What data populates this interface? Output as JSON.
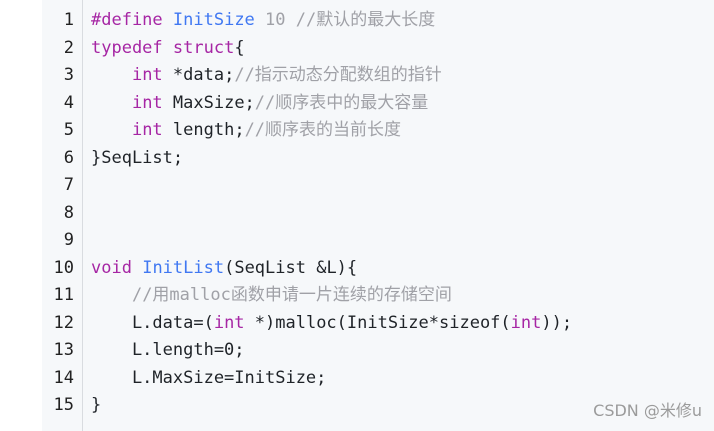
{
  "line_numbers": [
    "1",
    "2",
    "3",
    "4",
    "5",
    "6",
    "7",
    "8",
    "9",
    "10",
    "11",
    "12",
    "13",
    "14",
    "15"
  ],
  "lines": [
    [
      {
        "cls": "kw",
        "t": "#define"
      },
      {
        "cls": "tx",
        "t": " "
      },
      {
        "cls": "fn",
        "t": "InitSize"
      },
      {
        "cls": "tx",
        "t": " "
      },
      {
        "cls": "cm",
        "t": "10 //默认的最大长度"
      }
    ],
    [
      {
        "cls": "kw",
        "t": "typedef"
      },
      {
        "cls": "tx",
        "t": " "
      },
      {
        "cls": "kw",
        "t": "struct"
      },
      {
        "cls": "tx",
        "t": "{"
      }
    ],
    [
      {
        "cls": "tx",
        "t": "    "
      },
      {
        "cls": "kw",
        "t": "int"
      },
      {
        "cls": "tx",
        "t": " *data;"
      },
      {
        "cls": "cm",
        "t": "//指示动态分配数组的指针"
      }
    ],
    [
      {
        "cls": "tx",
        "t": "    "
      },
      {
        "cls": "kw",
        "t": "int"
      },
      {
        "cls": "tx",
        "t": " MaxSize;"
      },
      {
        "cls": "cm",
        "t": "//顺序表中的最大容量"
      }
    ],
    [
      {
        "cls": "tx",
        "t": "    "
      },
      {
        "cls": "kw",
        "t": "int"
      },
      {
        "cls": "tx",
        "t": " length;"
      },
      {
        "cls": "cm",
        "t": "//顺序表的当前长度"
      }
    ],
    [
      {
        "cls": "tx",
        "t": "}SeqList;"
      }
    ],
    [],
    [],
    [],
    [
      {
        "cls": "kw",
        "t": "void"
      },
      {
        "cls": "tx",
        "t": " "
      },
      {
        "cls": "fn",
        "t": "InitList"
      },
      {
        "cls": "tx",
        "t": "(SeqList &L){"
      }
    ],
    [
      {
        "cls": "tx",
        "t": "    "
      },
      {
        "cls": "cm",
        "t": "//用malloc函数申请一片连续的存储空间"
      }
    ],
    [
      {
        "cls": "tx",
        "t": "    L.data=("
      },
      {
        "cls": "kw",
        "t": "int"
      },
      {
        "cls": "tx",
        "t": " *)malloc(InitSize*sizeof("
      },
      {
        "cls": "kw",
        "t": "int"
      },
      {
        "cls": "tx",
        "t": "));"
      }
    ],
    [
      {
        "cls": "tx",
        "t": "    L.length=0;"
      }
    ],
    [
      {
        "cls": "tx",
        "t": "    L.MaxSize=InitSize;"
      }
    ],
    [
      {
        "cls": "tx",
        "t": "}"
      }
    ]
  ],
  "watermark": "CSDN @米修u",
  "colors": {
    "background": "#f6f8fa",
    "keyword": "#a626a4",
    "function": "#4078f2",
    "comment": "#a0a1a7",
    "text": "#1f2328"
  }
}
